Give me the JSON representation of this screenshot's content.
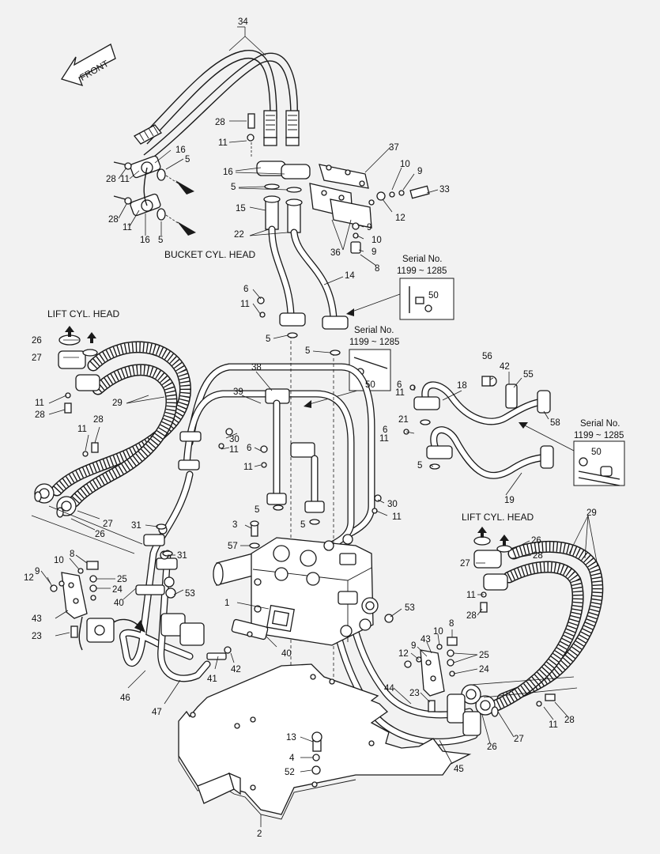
{
  "texts": {
    "front": "FRONT",
    "bucket_cyl_head": "BUCKET CYL. HEAD",
    "lift_cyl_head_left": "LIFT CYL. HEAD",
    "lift_cyl_head_right": "LIFT CYL. HEAD",
    "serial_label": "Serial No.",
    "serial_range": "1199 ~ 1285"
  },
  "part_numbers": [
    "1",
    "2",
    "3",
    "4",
    "5",
    "6",
    "8",
    "9",
    "10",
    "11",
    "12",
    "13",
    "14",
    "15",
    "16",
    "18",
    "19",
    "21",
    "22",
    "23",
    "24",
    "25",
    "26",
    "27",
    "28",
    "29",
    "30",
    "31",
    "33",
    "34",
    "36",
    "37",
    "38",
    "39",
    "40",
    "41",
    "42",
    "43",
    "44",
    "45",
    "46",
    "47",
    "50",
    "52",
    "53",
    "55",
    "56",
    "57",
    "58"
  ]
}
